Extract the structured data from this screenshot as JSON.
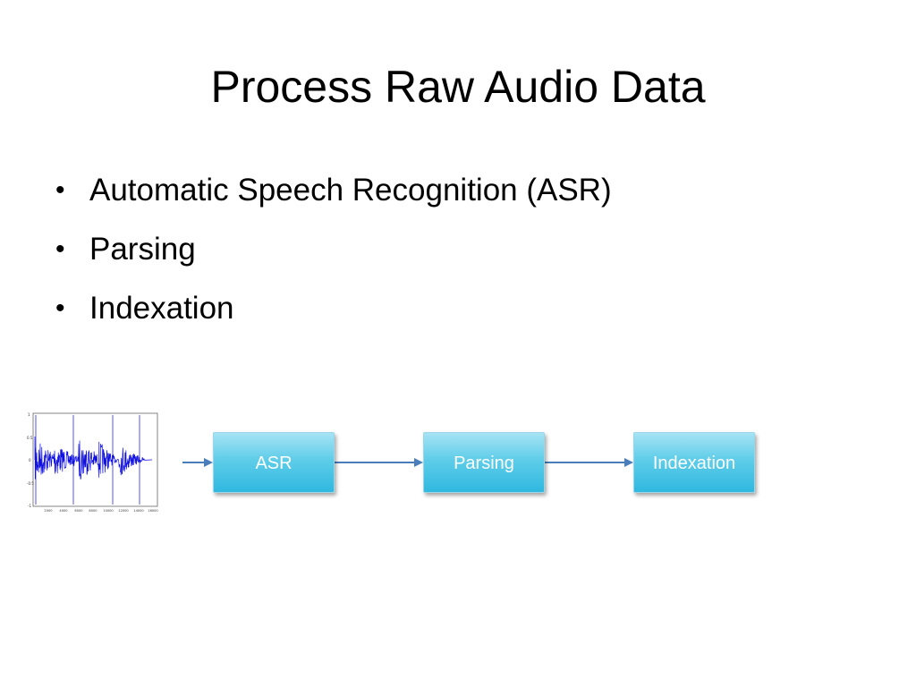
{
  "slide": {
    "title": "Process Raw Audio Data",
    "bullets": [
      "Automatic Speech Recognition (ASR)",
      "Parsing",
      "Indexation"
    ],
    "bullet_glyph": "•"
  },
  "waveform_plot": {
    "y_ticks": [
      "1",
      "0.5",
      "0",
      "-0.5",
      "-1"
    ],
    "x_ticks": [
      "2000",
      "4000",
      "6000",
      "8000",
      "10000",
      "12000",
      "14000",
      "16000"
    ],
    "waveform_color": "#1010e0"
  },
  "pipeline": {
    "steps": [
      "ASR",
      "Parsing",
      "Indexation"
    ],
    "box_color": "#3cbde3",
    "arrow_color": "#4a7ebb"
  }
}
